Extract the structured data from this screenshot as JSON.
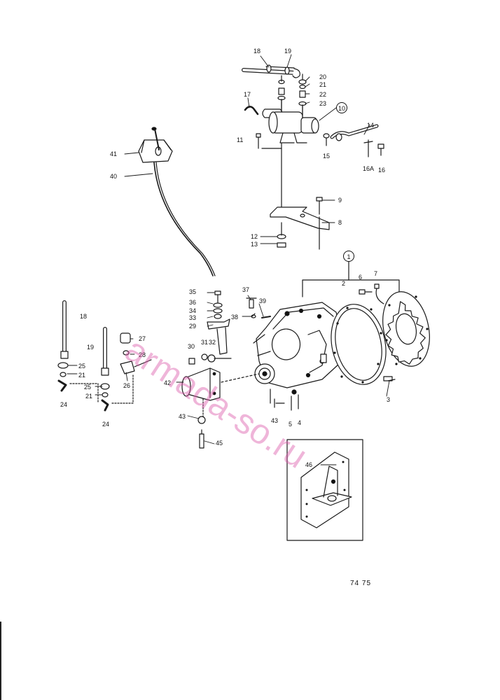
{
  "figure_number": "74 75",
  "watermark": "armada-so.ru",
  "callouts": {
    "c18_top": "18",
    "c19_top": "19",
    "c20_top": "20",
    "c21_top": "21",
    "c22": "22",
    "c23": "23",
    "c17": "17",
    "c10": "10",
    "c14": "14",
    "c11": "11",
    "c15": "15",
    "c16A": "16A",
    "c16": "16",
    "c41": "41",
    "c40": "40",
    "c9": "9",
    "c8": "8",
    "c12": "12",
    "c13": "13",
    "c1": "1",
    "c2": "2",
    "c6": "6",
    "c7": "7",
    "c35": "35",
    "c36": "36",
    "c34": "34",
    "c33": "33",
    "c29": "29",
    "c37": "37",
    "c39": "39",
    "c38": "38",
    "c30": "30",
    "c31": "31",
    "c32": "32",
    "c18_left": "18",
    "c25_left": "25",
    "c21_left": "21",
    "c24_left": "24",
    "c19_left": "19",
    "c25_mid": "25",
    "c21_mid": "21",
    "c24_mid": "24",
    "c27": "27",
    "c28": "28",
    "c26": "26",
    "c42": "42",
    "c43_left": "43",
    "c45": "45",
    "c43_right": "43",
    "c5": "5",
    "c4": "4",
    "c3": "3",
    "c46": "46"
  }
}
